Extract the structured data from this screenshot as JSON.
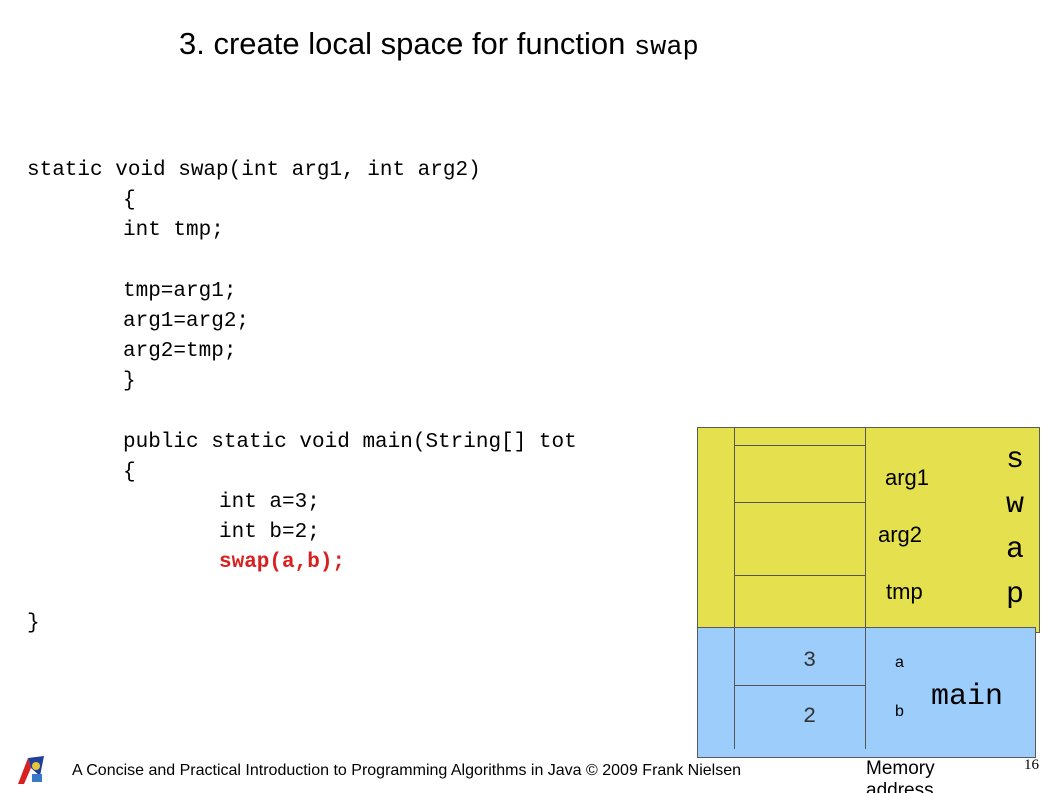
{
  "slide": {
    "title_text": "3. create local space for function",
    "title_code": "swap",
    "code_lines": [
      "static void swap(int arg1, int arg2)",
      "{",
      "int tmp;",
      "tmp=arg1;",
      "arg1=arg2;",
      "arg2=tmp;",
      "}",
      "public static void main(String[] tot",
      "{",
      "int a=3;",
      "int b=2;",
      "swap(a,b);",
      "}"
    ],
    "highlight_color": "#d8201f"
  },
  "memory": {
    "swap_frame": {
      "label": "swap",
      "label_chars": [
        "s",
        "w",
        "a",
        "p"
      ],
      "vars": [
        "arg1",
        "arg2",
        "tmp"
      ],
      "color": "#e5e04e"
    },
    "main_frame": {
      "label": "main",
      "vars": [
        "a",
        "b"
      ],
      "values": [
        "3",
        "2"
      ],
      "color": "#9ccdfb"
    },
    "caption": "Memory\naddress"
  },
  "footer": {
    "text": "A Concise and Practical Introduction to Programming Algorithms in Java  © 2009 Frank Nielsen",
    "page": "16"
  }
}
